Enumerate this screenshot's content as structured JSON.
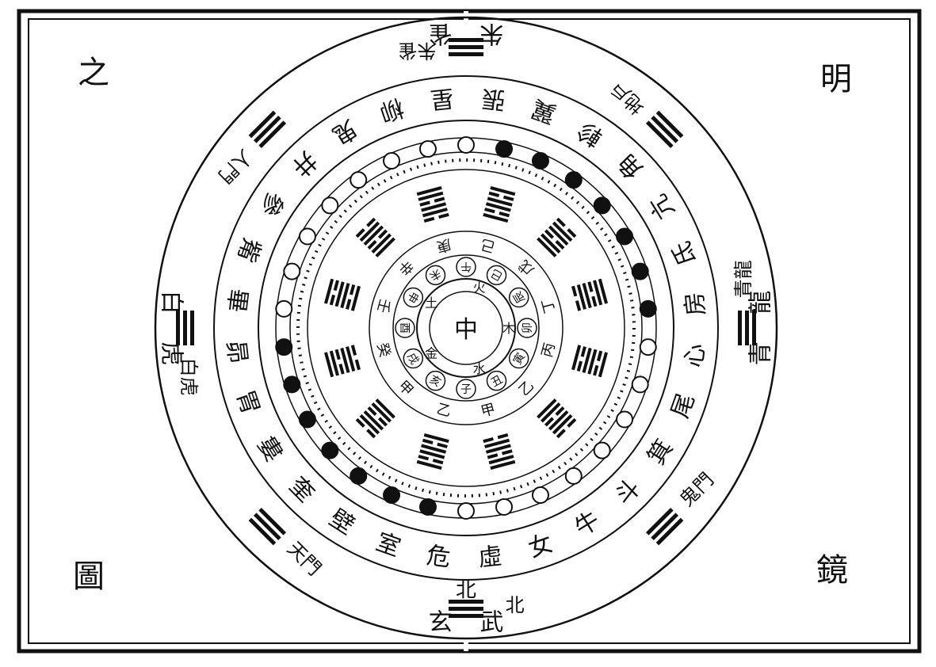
{
  "corners": {
    "top_left": "之",
    "top_right": "明",
    "bottom_left": "圖",
    "bottom_right": "鏡"
  },
  "center": {
    "char": "中",
    "inner_ring": [
      "木",
      "火",
      "土",
      "金",
      "水"
    ]
  },
  "branches": [
    "子",
    "丑",
    "寅",
    "卯",
    "辰",
    "巳",
    "午",
    "未",
    "申",
    "酉",
    "戌",
    "亥"
  ],
  "stems_ring": [
    "甲",
    "乙",
    "丙",
    "丁",
    "戊",
    "己",
    "庚",
    "辛",
    "壬",
    "癸",
    "甲",
    "乙"
  ],
  "mansions": [
    "虛",
    "女",
    "牛",
    "斗",
    "箕",
    "尾",
    "心",
    "房",
    "氐",
    "亢",
    "角",
    "軫",
    "翼",
    "張",
    "星",
    "柳",
    "鬼",
    "井",
    "參",
    "觜",
    "畢",
    "昴",
    "胃",
    "婁",
    "奎",
    "壁",
    "室",
    "危"
  ],
  "directions": {
    "north": [
      "玄",
      "武"
    ],
    "north_label": "北",
    "south": [
      "朱",
      "雀"
    ],
    "east": [
      "青",
      "龍"
    ],
    "west": [
      "白",
      "虎"
    ]
  },
  "gates": [
    {
      "trigram": "坎",
      "label": "北"
    },
    {
      "trigram": "艮",
      "label": "鬼門"
    },
    {
      "trigram": "震",
      "label": "青龍"
    },
    {
      "trigram": "巽",
      "label": "地戶"
    },
    {
      "trigram": "離",
      "label": "朱雀"
    },
    {
      "trigram": "坤",
      "label": "人門"
    },
    {
      "trigram": "兌",
      "label": "白虎"
    },
    {
      "trigram": "乾",
      "label": "天門"
    }
  ],
  "colors": {
    "ink": "#111111",
    "paper": "#ffffff"
  }
}
